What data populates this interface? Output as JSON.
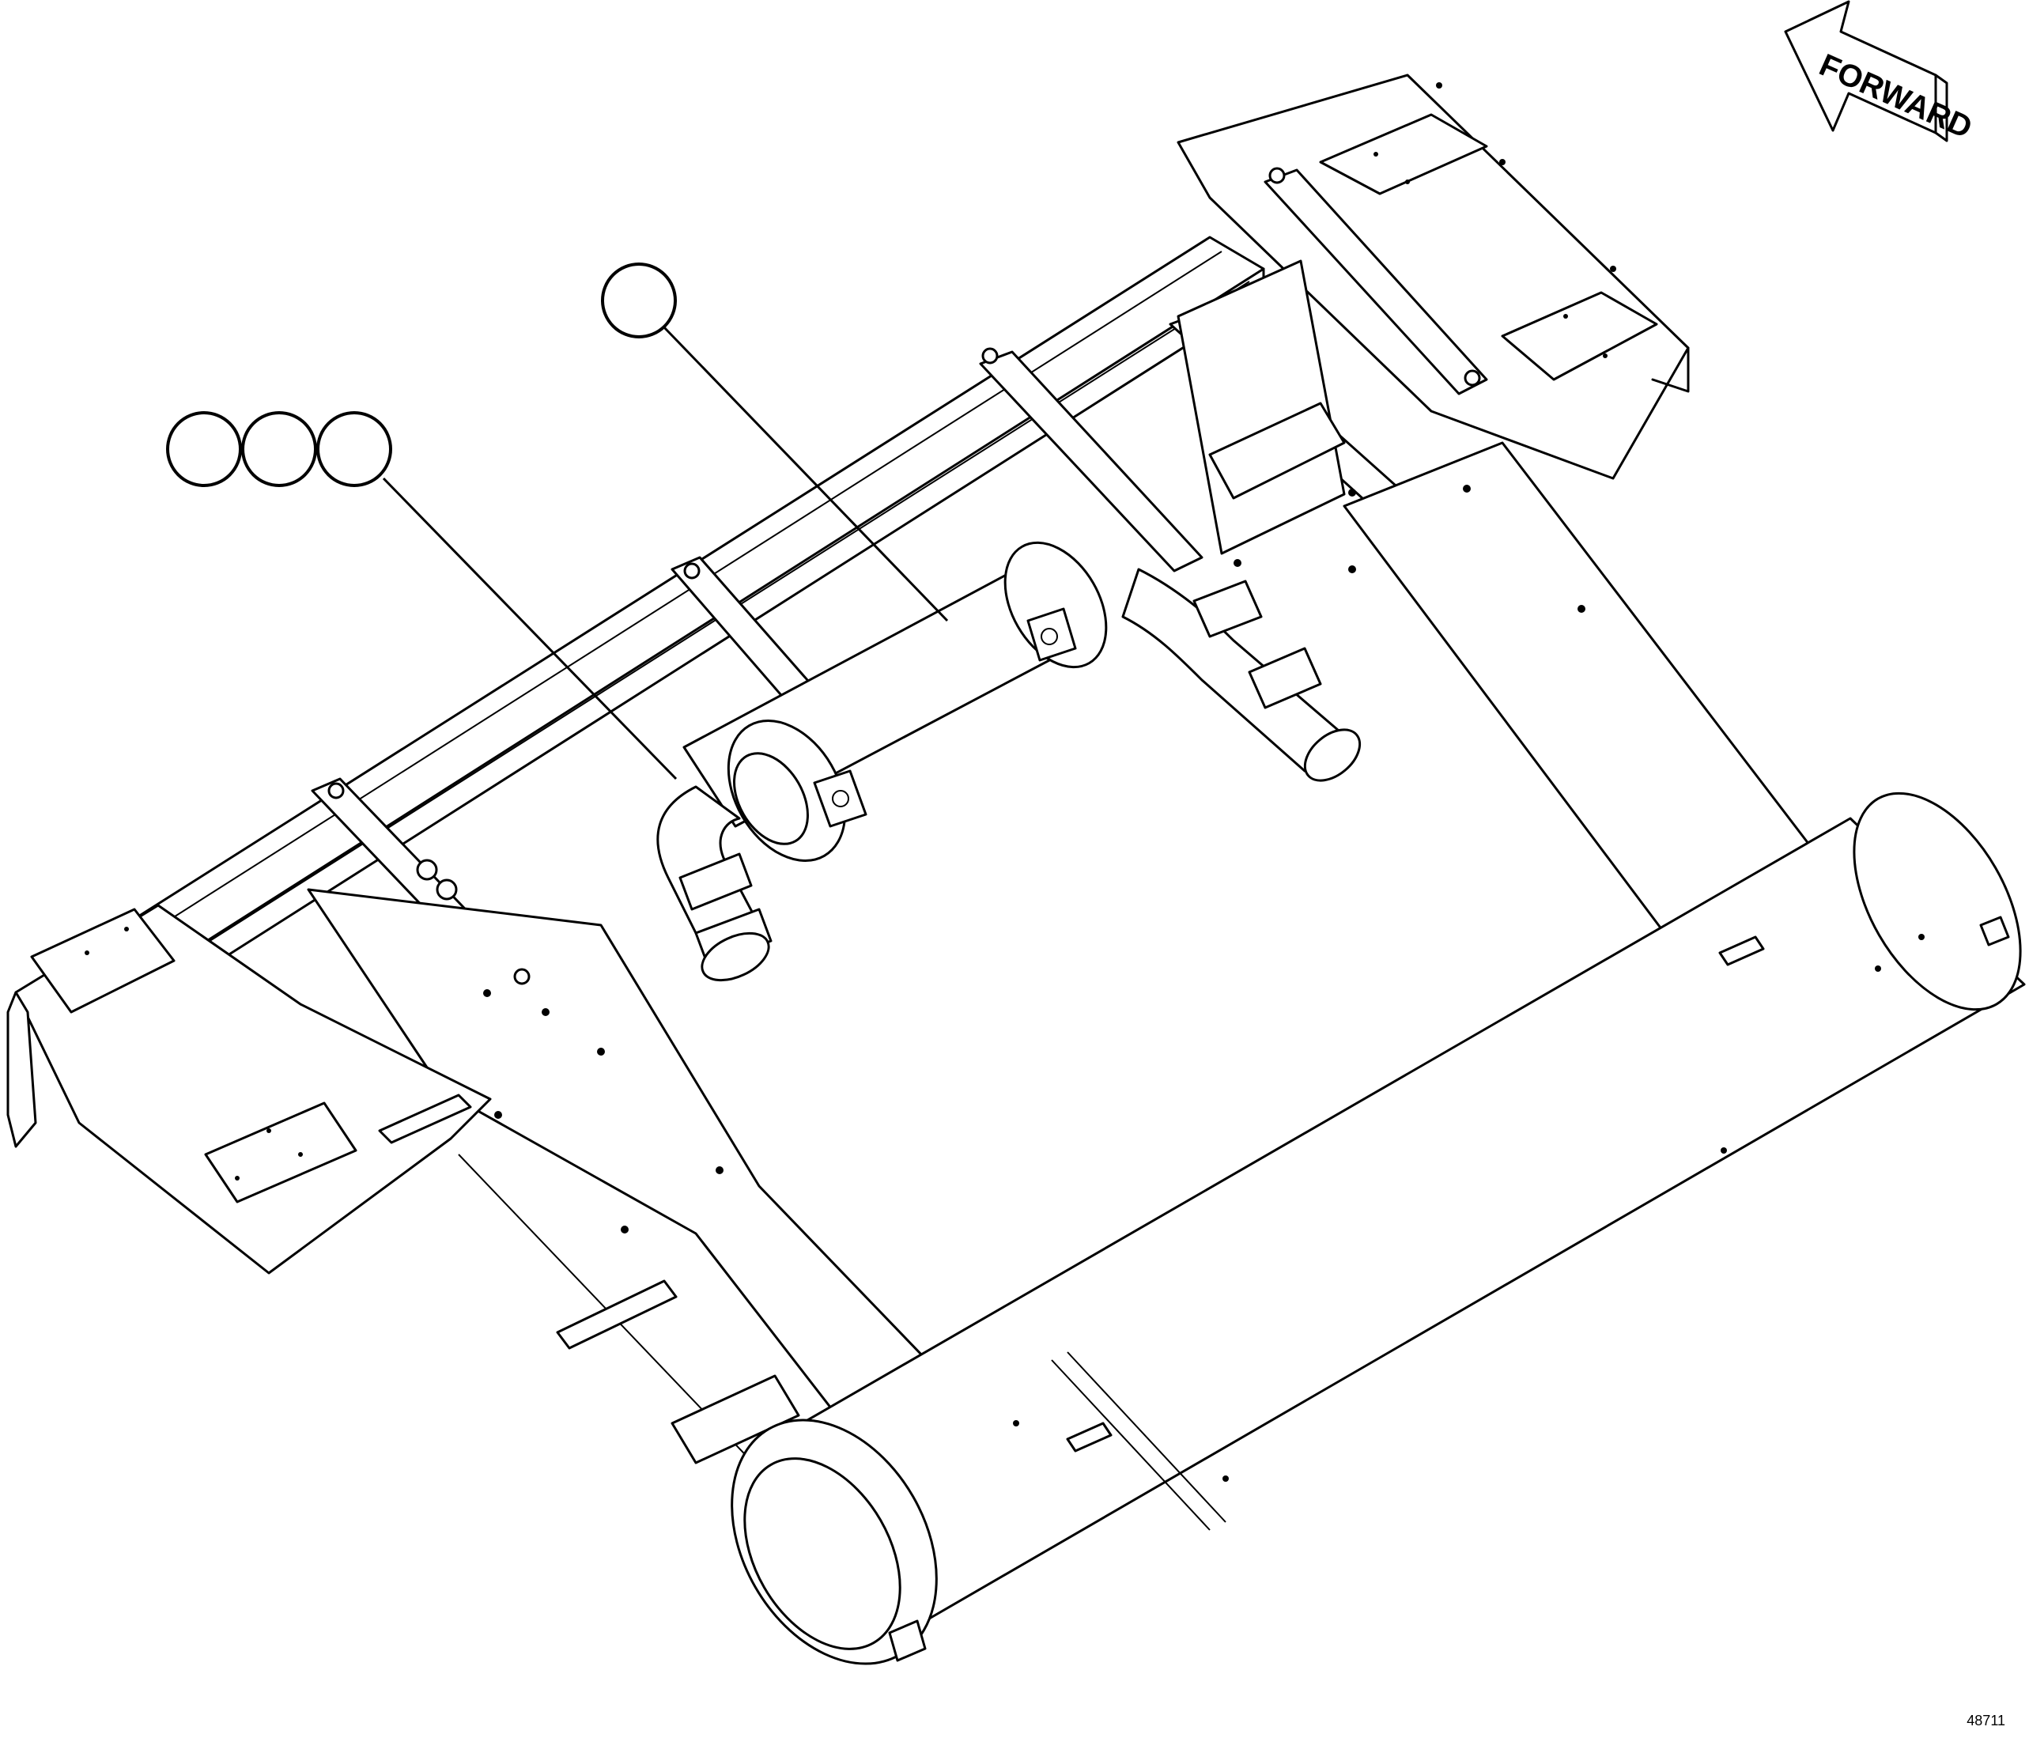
{
  "figure": {
    "direction_label": "FORWARD",
    "figure_number": "48711"
  },
  "callouts": [
    {
      "id": "callout-1",
      "label": ""
    },
    {
      "id": "callout-2",
      "label": ""
    },
    {
      "id": "callout-3",
      "label": ""
    },
    {
      "id": "callout-4",
      "label": ""
    }
  ]
}
